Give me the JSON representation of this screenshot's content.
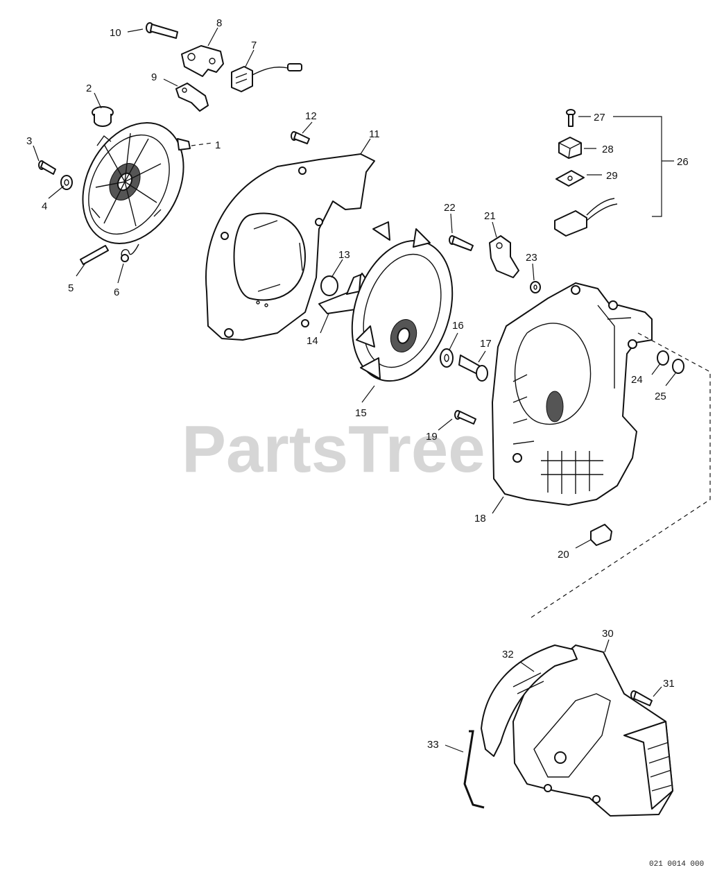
{
  "watermark": "PartsTree",
  "diagram_code": "021 0014 000",
  "callouts": {
    "c1": "1",
    "c2": "2",
    "c3": "3",
    "c4": "4",
    "c5": "5",
    "c6": "6",
    "c7": "7",
    "c8": "8",
    "c9": "9",
    "c10": "10",
    "c11": "11",
    "c12": "12",
    "c13": "13",
    "c14": "14",
    "c15": "15",
    "c16": "16",
    "c17": "17",
    "c18": "18",
    "c19": "19",
    "c20": "20",
    "c21": "21",
    "c22": "22",
    "c23": "23",
    "c24": "24",
    "c25": "25",
    "c26": "26",
    "c27": "27",
    "c28": "28",
    "c29": "29",
    "c30": "30",
    "c31": "31",
    "c32": "32",
    "c33": "33"
  }
}
